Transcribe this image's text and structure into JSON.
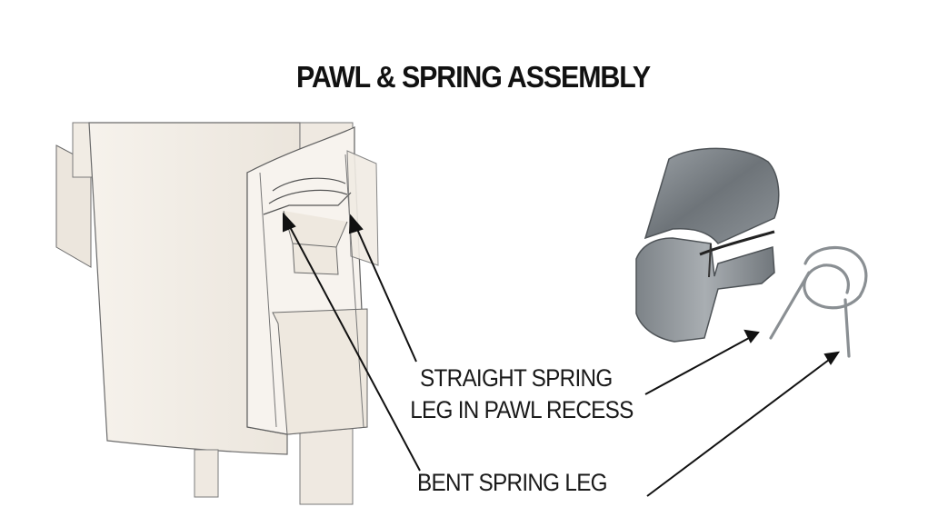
{
  "diagram": {
    "title": "PAWL & SPRING ASSEMBLY",
    "labels": {
      "straight_leg": {
        "line1": "STRAIGHT SPRING",
        "line2": "LEG  IN PAWL RECESS"
      },
      "bent_leg": "BENT SPRING LEG"
    }
  }
}
